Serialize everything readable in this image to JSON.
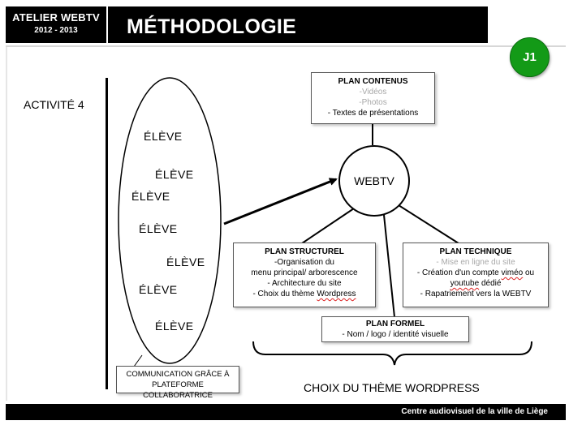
{
  "header": {
    "atelier": "ATELIER WEBTV",
    "years": "2012 - 2013",
    "title": "MÉTHODOLOGIE"
  },
  "badge": "J1",
  "activite": "ACTIVITÉ 4",
  "eleves": [
    "ÉLÈVE",
    "ÉLÈVE",
    "ÉLÈVE",
    "ÉLÈVE",
    "ÉLÈVE",
    "ÉLÈVE",
    "ÉLÈVE"
  ],
  "center": "WEBTV",
  "plan_contenus": {
    "title": "PLAN CONTENUS",
    "items": [
      "-Vidéos",
      "-Photos",
      "- Textes de présentations"
    ]
  },
  "plan_structurel": {
    "title": "PLAN STRUCTUREL",
    "items": [
      "-Organisation du",
      "menu principal/ arborescence",
      "- Architecture du site",
      "- Choix du thème ",
      "Wordpress"
    ]
  },
  "plan_technique": {
    "title": "PLAN TECHNIQUE",
    "items": [
      "- Mise en ligne du site",
      "- Création d'un compte ",
      "viméo",
      " ou",
      "youtube",
      " dédié",
      "- Rapatriement vers la WEBTV"
    ]
  },
  "plan_formel": {
    "title": "PLAN FORMEL",
    "items": [
      "- Nom / logo / identité visuelle"
    ]
  },
  "communication": [
    "COMMUNICATION GRÂCE À",
    "PLATEFORME COLLABORATRICE"
  ],
  "choix": "CHOIX DU THÈME WORDPRESS",
  "footer": "Centre audiovisuel de la ville de Liège",
  "colors": {
    "badge": "#139a17",
    "header_bg": "#000000",
    "greyed_text": "#a8a8a8",
    "spellcheck": "#dd2222"
  }
}
